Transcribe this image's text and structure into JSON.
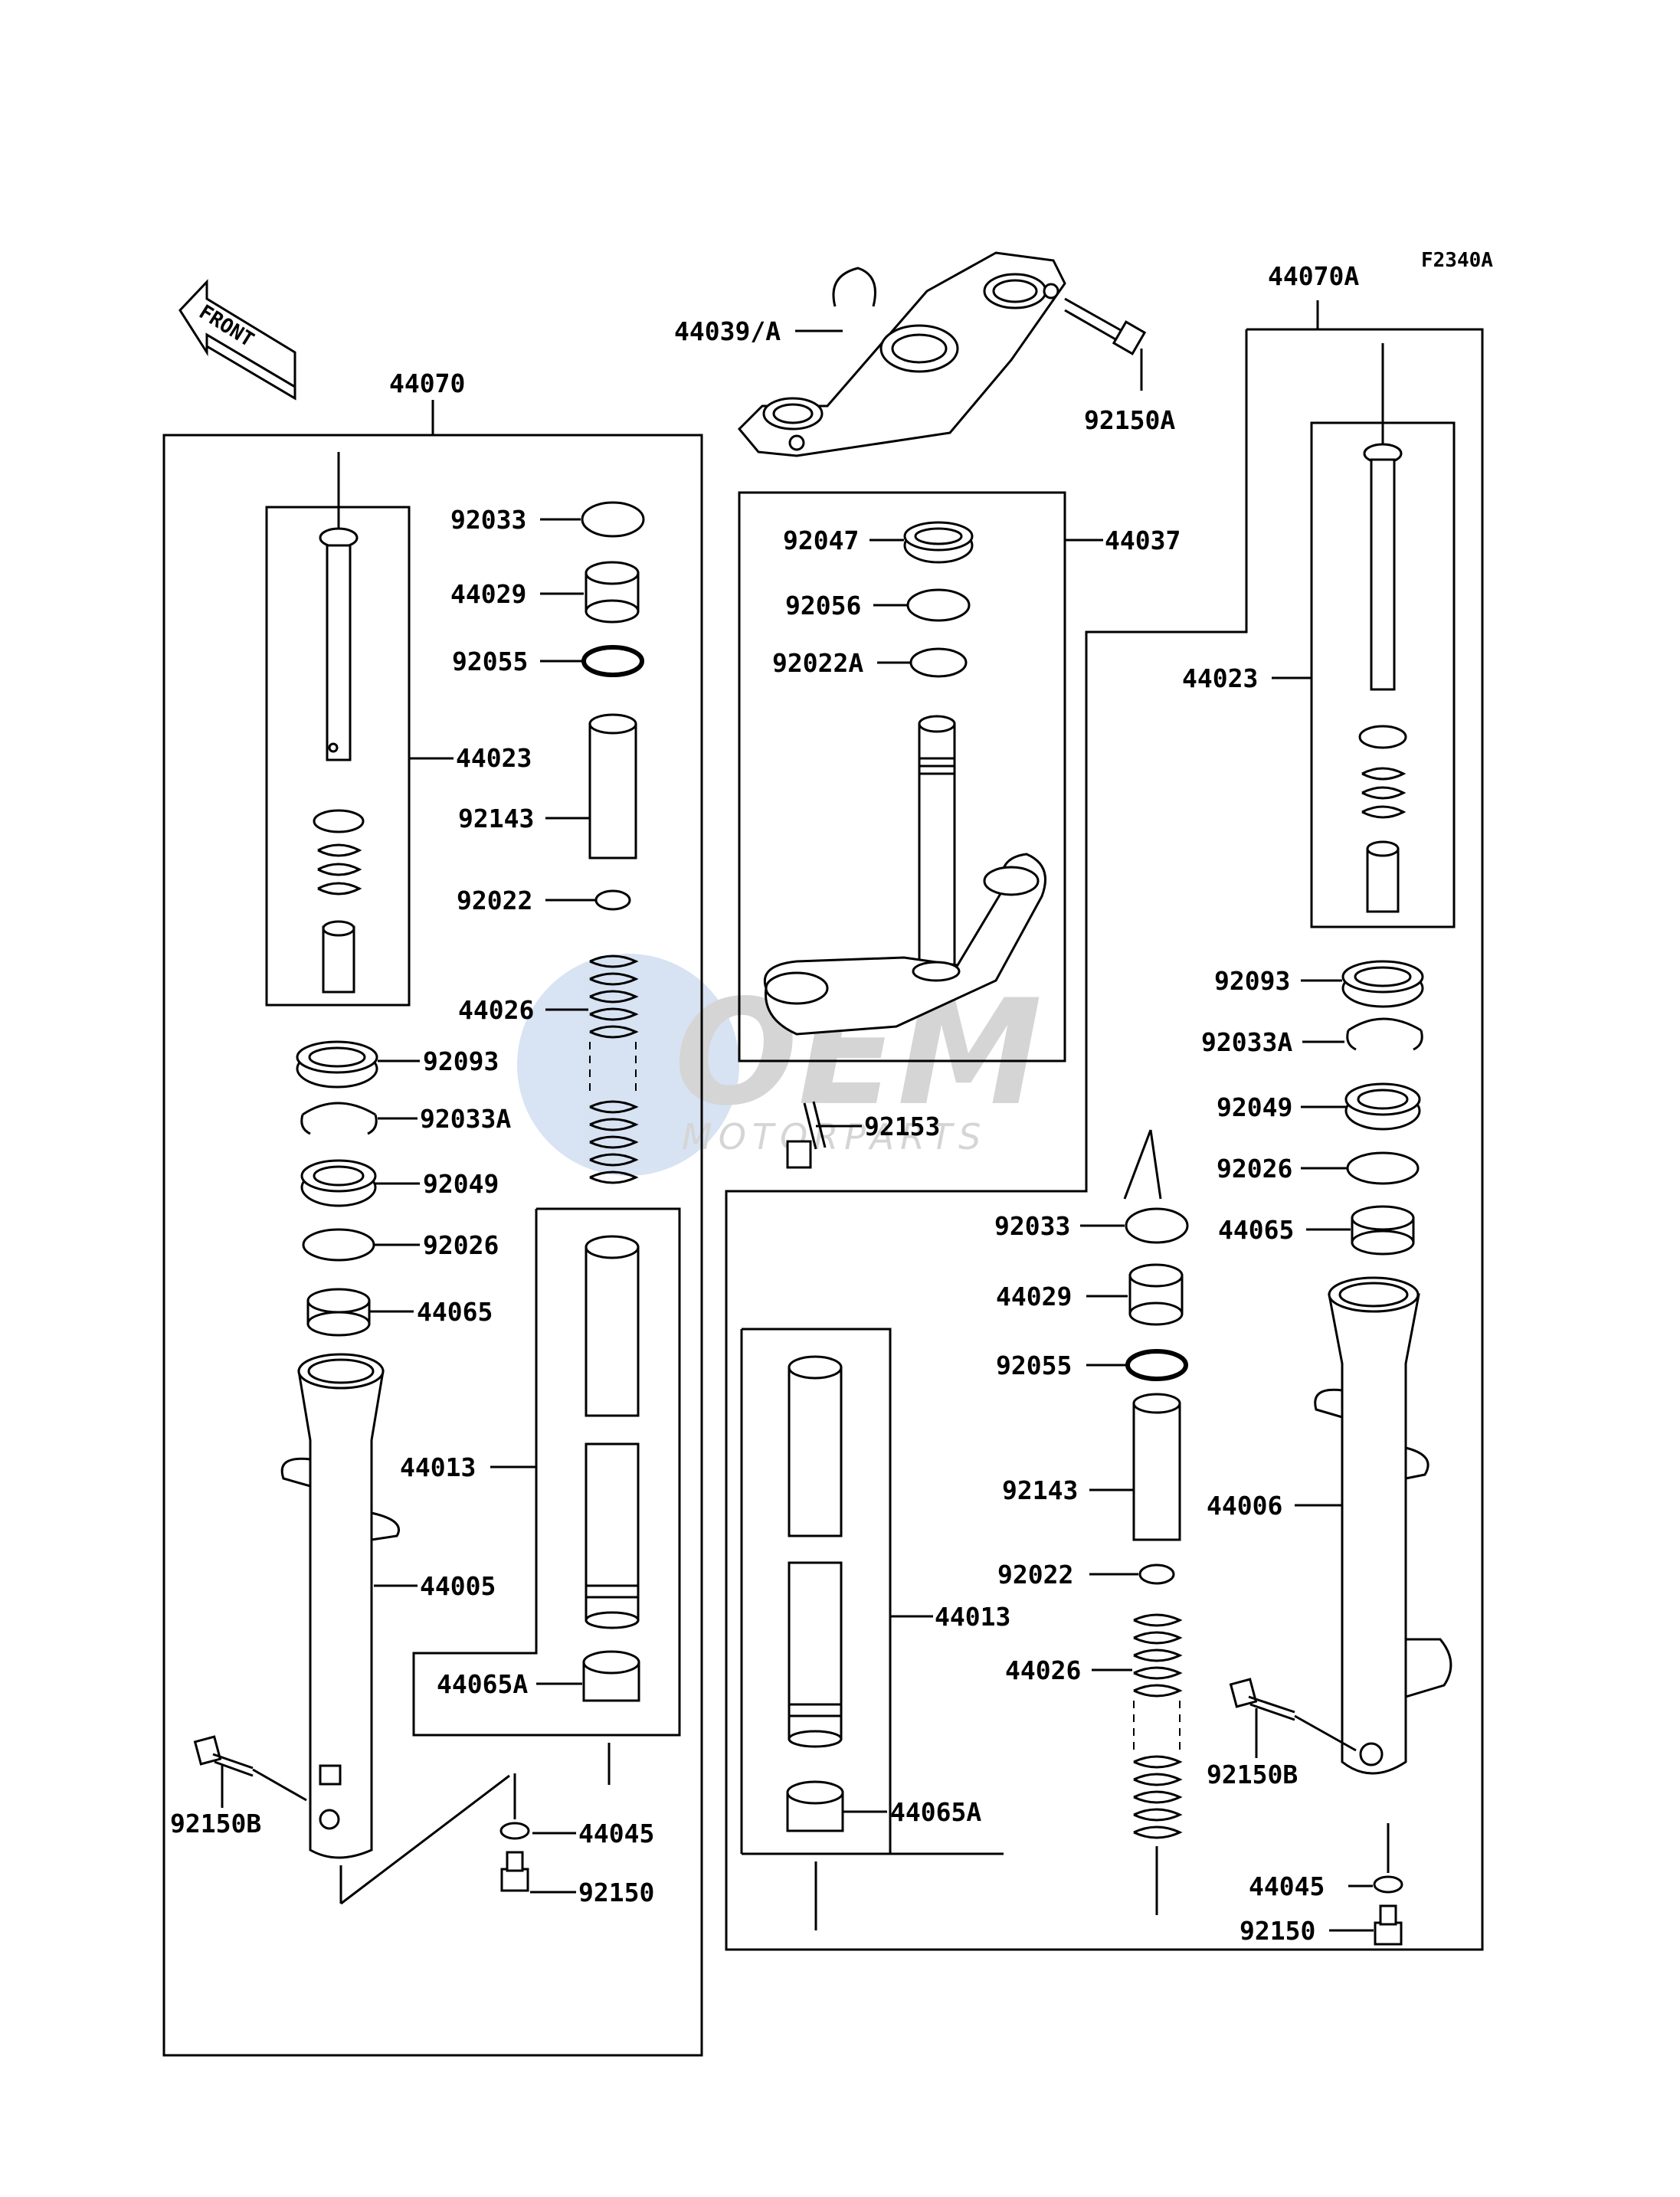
{
  "figure_code": "F2340A",
  "front_arrow_label": "FRONT",
  "watermark": {
    "line1": "OEM",
    "line2": "MOTORPARTS"
  },
  "left_assembly": {
    "number": "44070",
    "parts": [
      "92033",
      "44029",
      "92055",
      "44023",
      "92143",
      "92022",
      "44026",
      "92093",
      "92033A",
      "92049",
      "92026",
      "44065",
      "44013",
      "44005",
      "44065A",
      "92150B",
      "44045",
      "92150"
    ]
  },
  "top": {
    "bracket": "44039/A",
    "bolt": "92150A"
  },
  "steering": {
    "number": "44037",
    "parts": [
      "92047",
      "92056",
      "92022A",
      "92153"
    ]
  },
  "right_assembly": {
    "number": "44070A",
    "parts": [
      "44023",
      "92093",
      "92033A",
      "92049",
      "92026",
      "44065",
      "92033",
      "44029",
      "92055",
      "92143",
      "44006",
      "92022",
      "44013",
      "44026",
      "44065A",
      "92150B",
      "44045",
      "92150"
    ]
  }
}
